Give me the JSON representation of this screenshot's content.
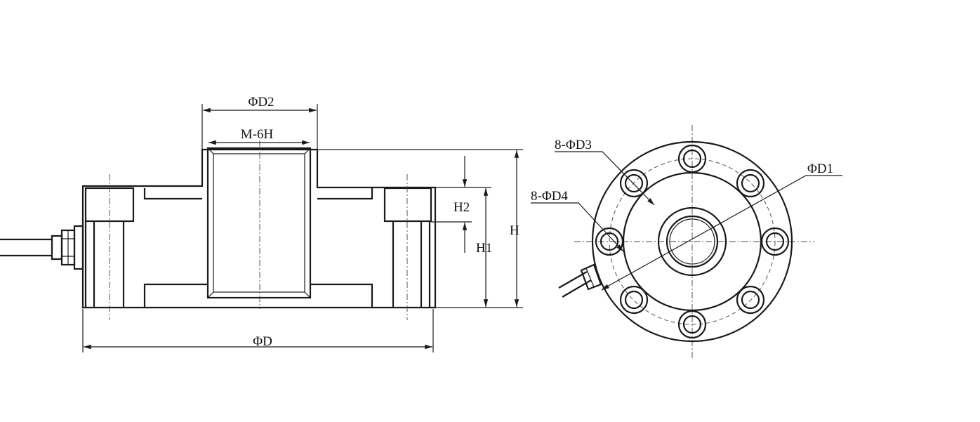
{
  "labels": {
    "phi_d2": "ΦD2",
    "m_6h": "M-6H",
    "h2": "H2",
    "h1": "H1",
    "h": "H",
    "phi_d": "ΦD",
    "n_phi_d3": "8-ΦD3",
    "n_phi_d4": "8-ΦD4",
    "phi_d1": "ΦD1"
  },
  "colors": {
    "line": "#1a1a1a",
    "background": "#ffffff"
  }
}
